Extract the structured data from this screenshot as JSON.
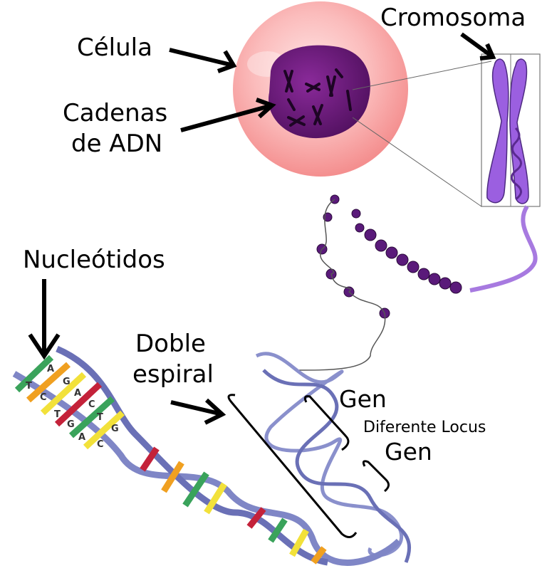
{
  "labels": {
    "cell": "Célula",
    "dna_chains_line1": "Cadenas",
    "dna_chains_line2": "de ADN",
    "chromosome": "Cromosoma",
    "nucleotides": "Nucleótidos",
    "double_helix_line1": "Doble",
    "double_helix_line2": "espiral",
    "gene_1": "Gen",
    "different_locus": "Diferente Locus",
    "gene_2": "Gen"
  },
  "bases": [
    "T",
    "A",
    "C",
    "G",
    "T",
    "A",
    "G",
    "C",
    "T",
    "A",
    "C",
    "G"
  ],
  "colors": {
    "cell_cytoplasm": "#f8b4b4",
    "nucleus": "#6a1b7a",
    "chromosome": "#9b5fe0",
    "helix_backbone": "#7f86c6",
    "base_green": "#3aa35b",
    "base_yellow": "#f2e13a",
    "base_orange": "#f0a020",
    "base_red": "#c4223a"
  },
  "icons": [
    "cell-icon",
    "chromosome-icon",
    "dna-helix-icon",
    "chromatin-icon"
  ]
}
